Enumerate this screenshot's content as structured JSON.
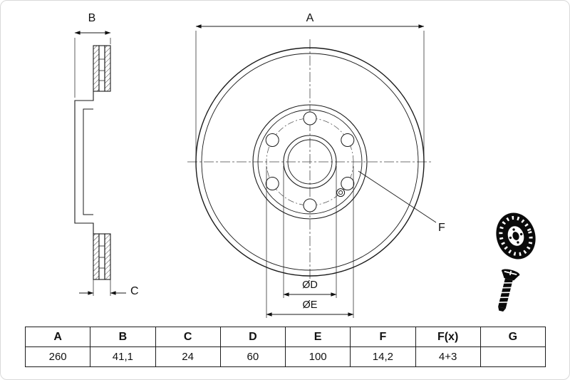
{
  "drawing": {
    "labels": {
      "A": "A",
      "B": "B",
      "C": "C",
      "D": "ØD",
      "E": "ØE",
      "F": "F"
    }
  },
  "table": {
    "headers": [
      "A",
      "B",
      "C",
      "D",
      "E",
      "F",
      "F(x)",
      "G"
    ],
    "values": [
      "260",
      "41,1",
      "24",
      "60",
      "100",
      "14,2",
      "4+3",
      ""
    ]
  },
  "icons": {
    "disc_icon": "brake-disc-3d-icon",
    "screw_icon": "screw-icon"
  },
  "colors": {
    "line": "#1a1a1a",
    "centerline": "#444444",
    "border": "#d9d9d9",
    "background": "#ffffff"
  }
}
